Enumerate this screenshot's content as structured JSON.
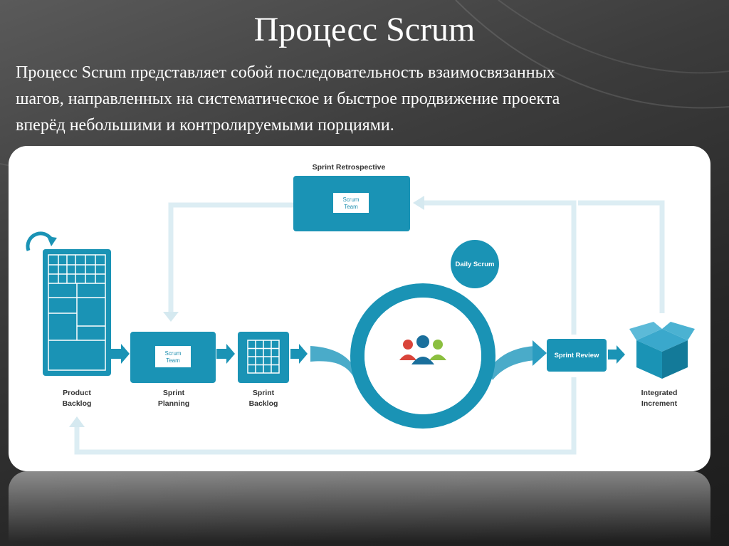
{
  "slide": {
    "title": "Процесс Scrum",
    "subtitle_lines": [
      "Процесс Scrum представляет собой последовательность взаимосвязанных",
      "шагов, направленных на систематическое и быстрое продвижение проекта",
      "вперёд небольшими и контролируемыми порциями."
    ]
  },
  "diagram": {
    "sprint_retrospective": {
      "label": "Sprint Retrospective",
      "box_line1": "Scrum",
      "box_line2": "Team"
    },
    "product_backlog": {
      "line1": "Product",
      "line2": "Backlog"
    },
    "sprint_planning": {
      "box_line1": "Scrum",
      "box_line2": "Team",
      "line1": "Sprint",
      "line2": "Planning"
    },
    "sprint_backlog": {
      "line1": "Sprint",
      "line2": "Backlog"
    },
    "daily_scrum": {
      "label": "Daily Scrum"
    },
    "sprint_review": {
      "label": "Sprint Review"
    },
    "integrated_increment": {
      "line1": "Integrated",
      "line2": "Increment"
    }
  },
  "colors": {
    "primary_teal": "#1a93b5",
    "light_arrow": "#d9ecf2",
    "dark_text": "#333333"
  },
  "icons": {
    "team": "team-people-icon",
    "cycle": "cycle-arrow-icon",
    "box": "integrated-box-icon"
  }
}
